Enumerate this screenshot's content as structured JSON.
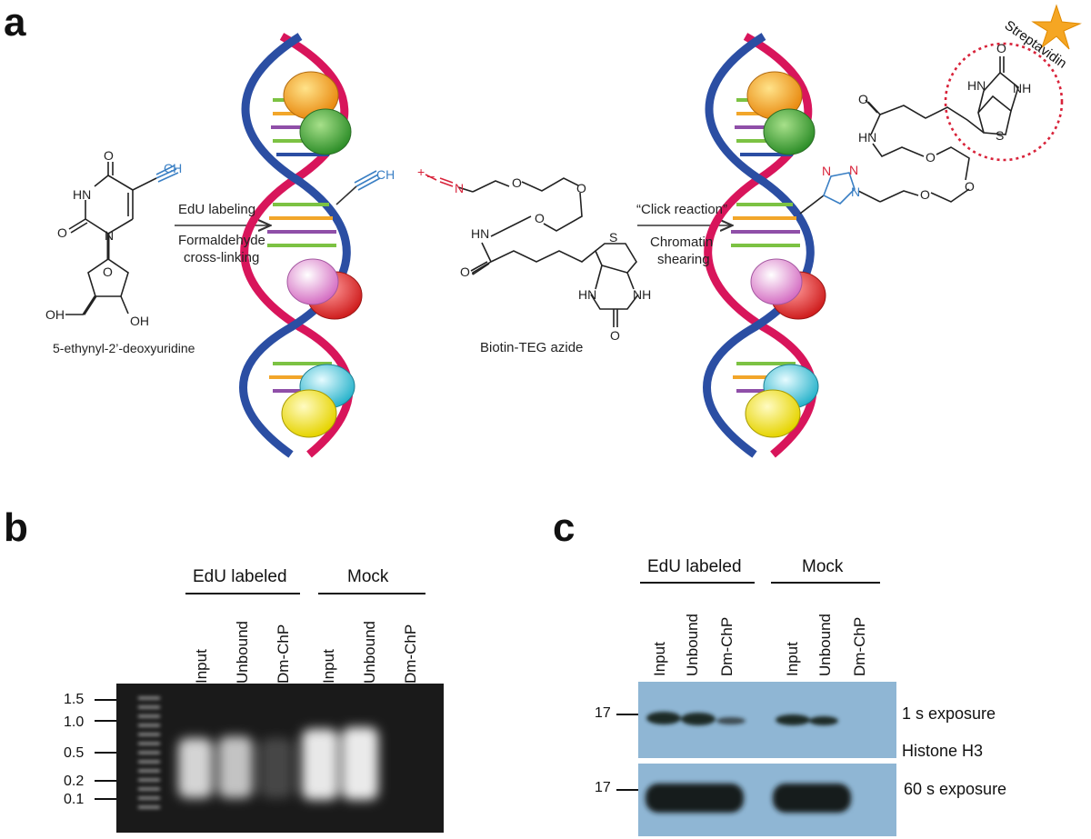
{
  "panels": {
    "a": "a",
    "b": "b",
    "c": "c"
  },
  "scheme": {
    "edu_name": "5-ethynyl-2’-deoxyuridine",
    "step1_top": "EdU labeling",
    "step1_bottom_1": "Formaldehyde",
    "step1_bottom_2": "cross-linking",
    "reagent_name": "Biotin-TEG azide",
    "step2_top": "“Click reaction”",
    "step2_bottom_1": "Chromatin",
    "step2_bottom_2": "shearing",
    "streptavidin": "Streptavidin",
    "atoms": {
      "ch": "CH",
      "hn": "HN",
      "nh": "NH",
      "o": "O",
      "oh": "OH",
      "n": "N",
      "s": "S",
      "plus": "+",
      "minus": "–",
      "h": "H"
    }
  },
  "gel_b": {
    "group1": "EdU labeled",
    "group2": "Mock",
    "lanes": [
      "Input",
      "Unbound",
      "Dm-ChP",
      "Input",
      "Unbound",
      "Dm-ChP"
    ],
    "ladder_kb": [
      "1.5",
      "1.0",
      "0.5",
      "0.2",
      "0.1"
    ],
    "gel_color": "#1a1a1a"
  },
  "blot_c": {
    "group1": "EdU labeled",
    "group2": "Mock",
    "lanes": [
      "Input",
      "Unbound",
      "Dm-ChP",
      "Input",
      "Unbound",
      "Dm-ChP"
    ],
    "marker_top": "17",
    "marker_bottom": "17",
    "label_top": "1 s exposure",
    "label_protein": "Histone H3",
    "label_bottom": "60 s exposure",
    "film_color": "#8fb6d4"
  }
}
